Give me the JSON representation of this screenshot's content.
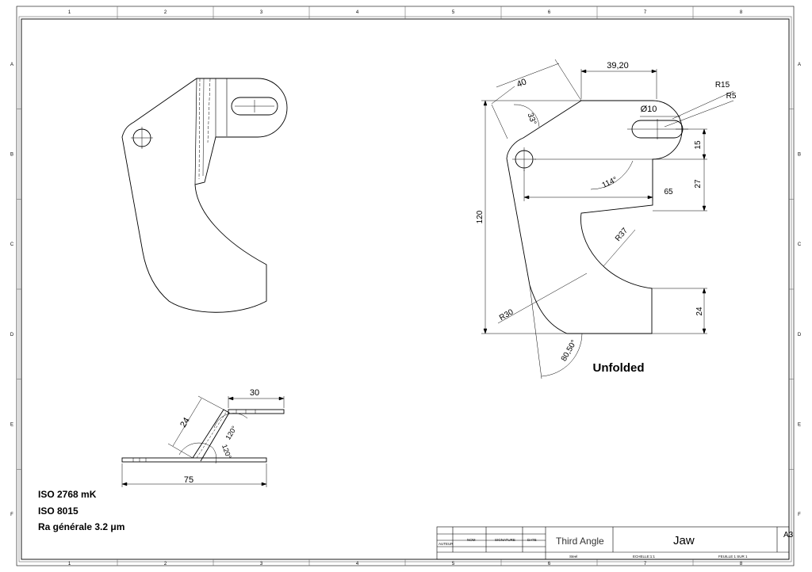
{
  "drawing": {
    "column_labels": [
      "1",
      "2",
      "3",
      "4",
      "5",
      "6",
      "7",
      "8"
    ],
    "row_labels": [
      "A",
      "B",
      "C",
      "D",
      "E",
      "F"
    ],
    "views": {
      "front": {
        "dimensions": {
          "length": "75",
          "flange_length": "30",
          "web_length": "24",
          "angle_upper": "120°",
          "angle_lower": "120°"
        }
      },
      "unfolded": {
        "caption": "Unfolded",
        "dimensions": {
          "top_length": "39,20",
          "slant_length": "40",
          "slant_angle": "33°",
          "hole_diameter": "Ø10",
          "slot_radius_outer": "R15",
          "slot_radius_inner": "R5",
          "slot_offset_y": "15",
          "hole_offset_y": "27",
          "hole_spacing_x": "65",
          "jaw_angle": "114°",
          "jaw_radius": "R37",
          "overall_height": "120",
          "bottom_height": "24",
          "corner_radius": "R30",
          "base_angle": "80,50°"
        }
      }
    }
  },
  "notes": [
    "ISO 2768 mK",
    "ISO 8015",
    "Ra générale 3.2 μm"
  ],
  "title_block": {
    "col_auteur": "AUTEUR",
    "col_nom": "NOM",
    "col_signature": "SIGNATURE",
    "col_date": "DATE",
    "projection": "Third Angle",
    "title": "Jaw",
    "sheet_size": "A3",
    "material": "Steel",
    "scale": "ECHELLE:1:1",
    "sheet": "FEUILLE 1 SUR 1"
  }
}
